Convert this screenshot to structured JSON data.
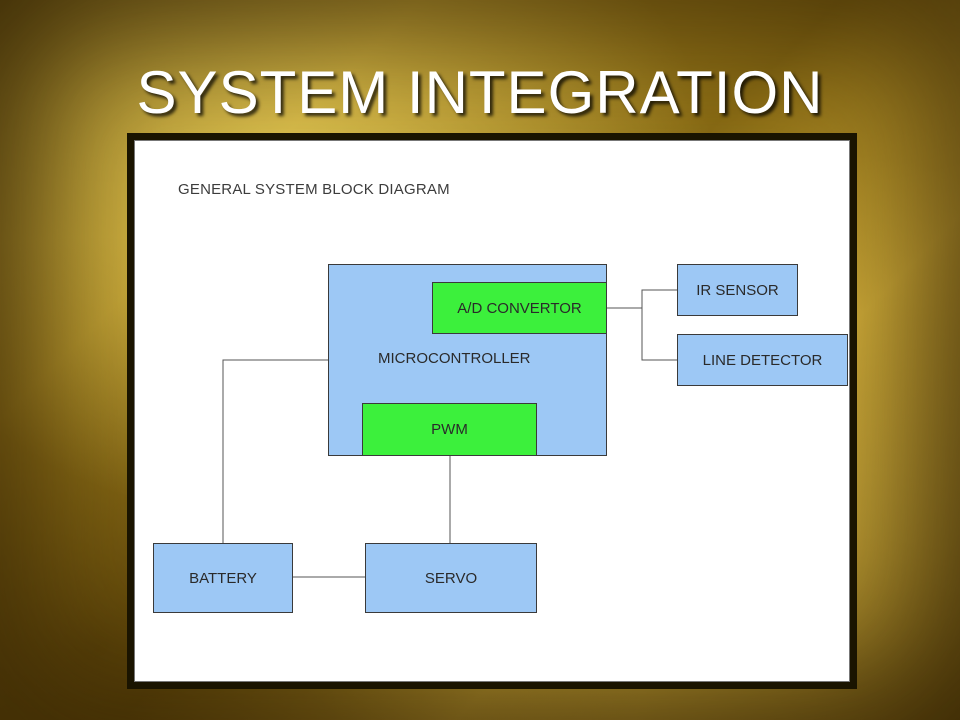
{
  "slide": {
    "title": "SYSTEM INTEGRATION"
  },
  "diagram": {
    "heading": "GENERAL SYSTEM BLOCK DIAGRAM",
    "blocks": {
      "microcontroller": "MICROCONTROLLER",
      "ad_convertor": "A/D CONVERTOR",
      "pwm": "PWM",
      "ir_sensor": "IR SENSOR",
      "line_detector": "LINE DETECTOR",
      "battery": "BATTERY",
      "servo": "SERVO"
    },
    "colors": {
      "block_fill": "#9dc8f5",
      "highlight_fill": "#3cf03c"
    }
  }
}
